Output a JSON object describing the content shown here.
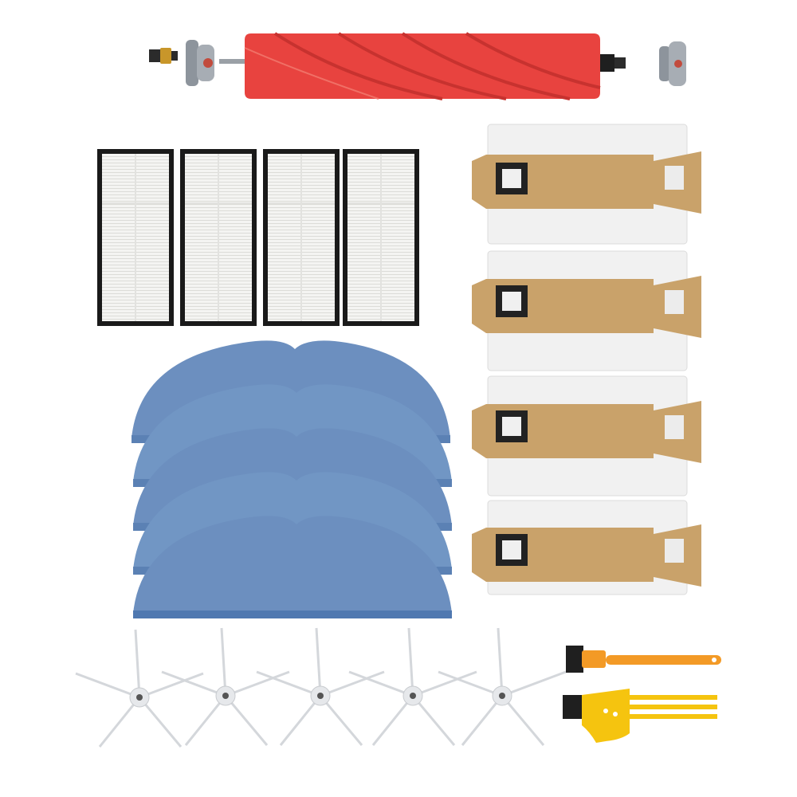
{
  "image": {
    "background": "#ffffff"
  },
  "parts": {
    "main_brush": {
      "color": "#e8433f",
      "count": 1
    },
    "end_caps": {
      "count": 3
    },
    "hepa_filters": {
      "count": 4
    },
    "mop_pads": {
      "count": 5,
      "color": "#6c8fbf"
    },
    "dust_bags": {
      "count": 4,
      "collar_color": "#c9a26a"
    },
    "side_brushes": {
      "count": 5
    },
    "cleaning_tools": {
      "count": 2,
      "handle_color": "#f39a26",
      "comb_color": "#f5c40f"
    }
  }
}
